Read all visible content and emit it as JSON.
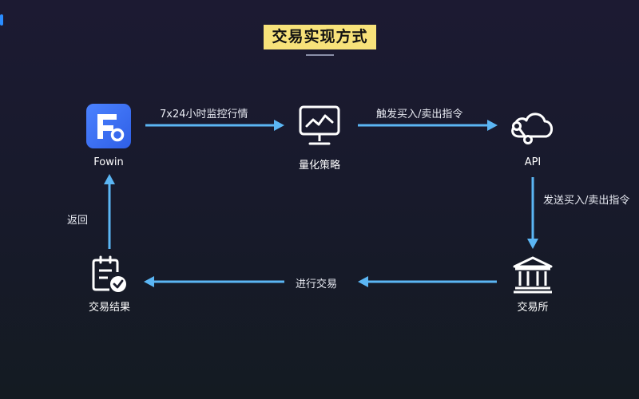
{
  "title": "交易实现方式",
  "nodes": {
    "fowin": "Fowin",
    "strategy": "量化策略",
    "api": "API",
    "exchange": "交易所",
    "result": "交易结果"
  },
  "edges": {
    "monitor": "7x24小时监控行情",
    "trigger": "触发买入/卖出指令",
    "send": "发送买入/卖出指令",
    "execute": "进行交易",
    "return": "返回"
  },
  "colors": {
    "arrow": "#5bb6f4",
    "title_bg": "#f7e27a",
    "fowin_brand": "#3b6ff5"
  },
  "icons": {
    "fowin": "fowin-logo-icon",
    "strategy": "monitor-chart-icon",
    "api": "cloud-link-icon",
    "exchange": "bank-building-icon",
    "result": "clipboard-check-icon"
  }
}
